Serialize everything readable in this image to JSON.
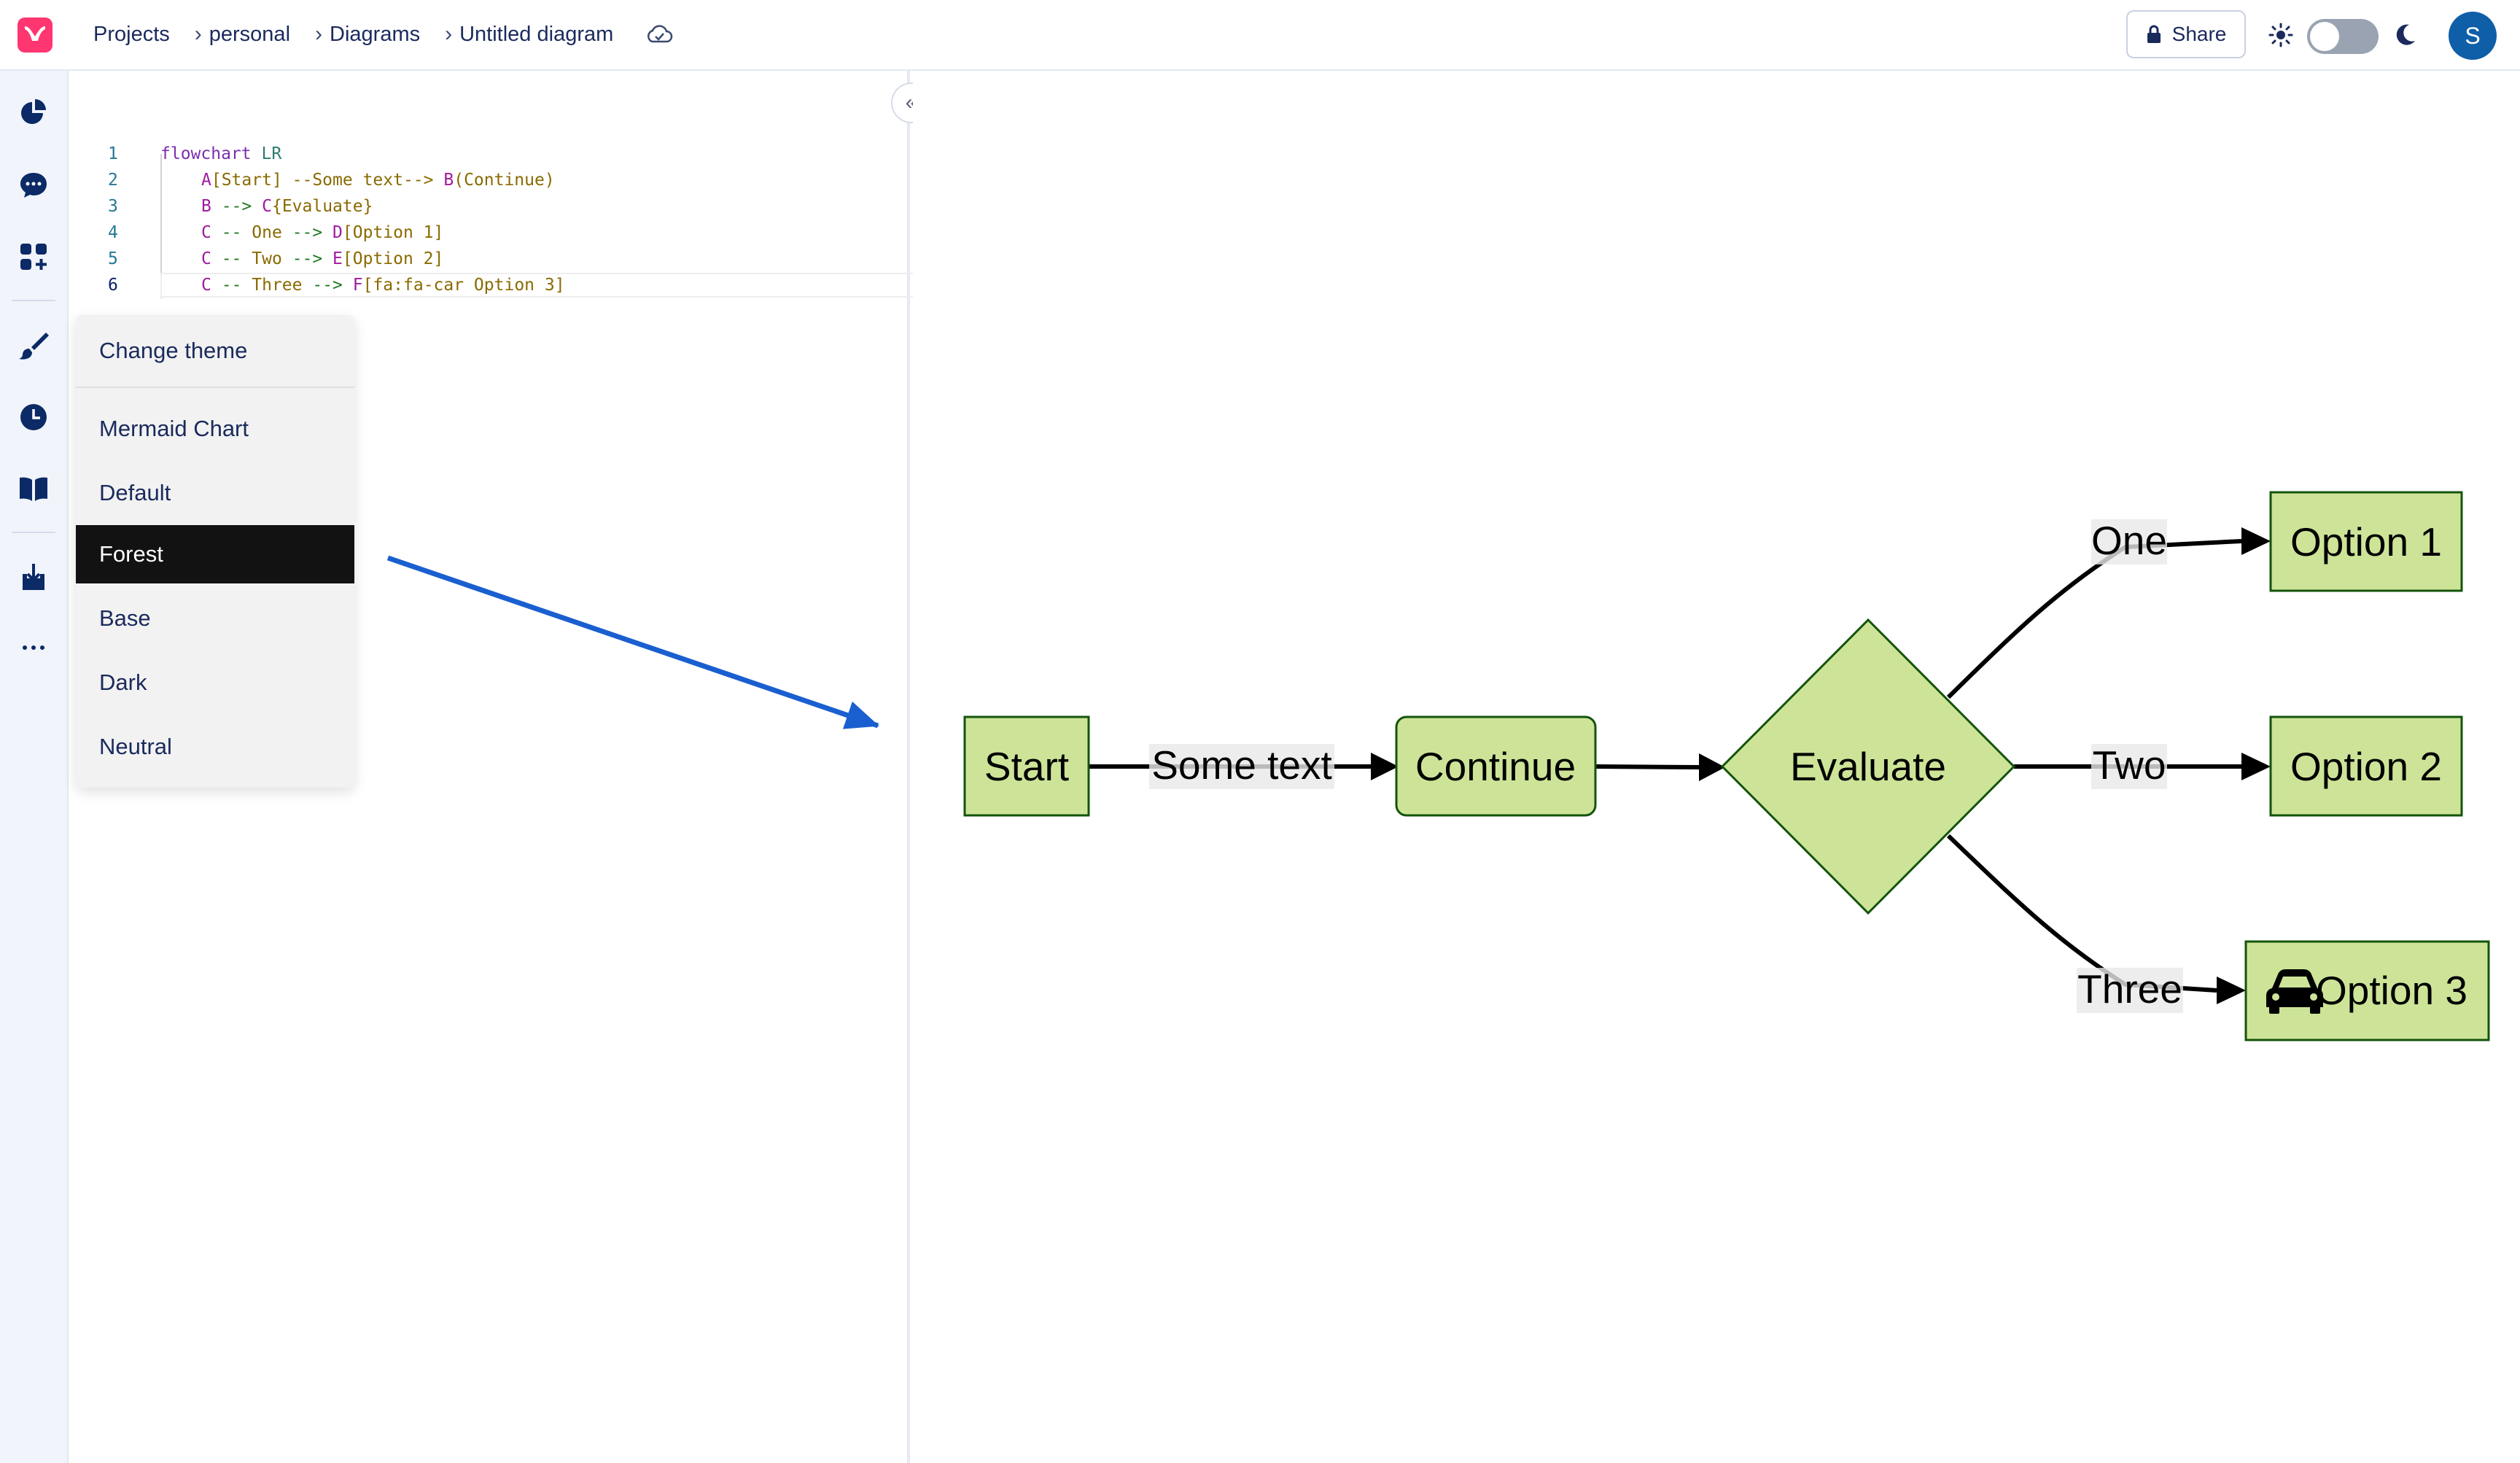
{
  "topbar": {
    "breadcrumb": [
      "Projects",
      "personal",
      "Diagrams",
      "Untitled diagram"
    ],
    "separators": [
      "›",
      "›",
      "›"
    ],
    "share_label": "Share",
    "avatar_initial": "S"
  },
  "editor": {
    "lines": [
      {
        "num": "1",
        "tokens": [
          {
            "t": "flowchart",
            "c": "kw"
          },
          {
            "t": " LR",
            "c": "dir"
          }
        ]
      },
      {
        "num": "2",
        "tokens": [
          {
            "t": "A",
            "c": "id"
          },
          {
            "t": "[Start]",
            "c": "text"
          },
          {
            "t": " --Some text--> ",
            "c": "text"
          },
          {
            "t": "B",
            "c": "id"
          },
          {
            "t": "(Continue)",
            "c": "text"
          }
        ]
      },
      {
        "num": "3",
        "tokens": [
          {
            "t": "B",
            "c": "id"
          },
          {
            "t": " --> ",
            "c": "arrow"
          },
          {
            "t": "C",
            "c": "id"
          },
          {
            "t": "{Evaluate}",
            "c": "text"
          }
        ]
      },
      {
        "num": "4",
        "tokens": [
          {
            "t": "C",
            "c": "id"
          },
          {
            "t": " -- ",
            "c": "arrow"
          },
          {
            "t": "One",
            "c": "text"
          },
          {
            "t": " --> ",
            "c": "arrow"
          },
          {
            "t": "D",
            "c": "id"
          },
          {
            "t": "[Option 1]",
            "c": "text"
          }
        ]
      },
      {
        "num": "5",
        "tokens": [
          {
            "t": "C",
            "c": "id"
          },
          {
            "t": " -- ",
            "c": "arrow"
          },
          {
            "t": "Two",
            "c": "text"
          },
          {
            "t": " --> ",
            "c": "arrow"
          },
          {
            "t": "E",
            "c": "id"
          },
          {
            "t": "[Option 2]",
            "c": "text"
          }
        ]
      },
      {
        "num": "6",
        "tokens": [
          {
            "t": "C",
            "c": "id"
          },
          {
            "t": " -- ",
            "c": "arrow"
          },
          {
            "t": "Three",
            "c": "text"
          },
          {
            "t": " --> ",
            "c": "arrow"
          },
          {
            "t": "F",
            "c": "id"
          },
          {
            "t": "[fa:fa-car Option 3]",
            "c": "text"
          }
        ]
      }
    ],
    "collapse_icon": "«"
  },
  "theme_menu": {
    "header": "Change theme",
    "items": [
      "Mermaid Chart",
      "Default",
      "Forest",
      "Base",
      "Dark",
      "Neutral"
    ],
    "selected": "Forest"
  },
  "diagram": {
    "nodes": {
      "start": "Start",
      "continue": "Continue",
      "evaluate": "Evaluate",
      "option1": "Option 1",
      "option2": "Option 2",
      "option3": "Option 3"
    },
    "edge_labels": {
      "start_continue": "Some text",
      "one": "One",
      "two": "Two",
      "three": "Three"
    },
    "node_fill": "#cde498",
    "node_stroke": "#13540c"
  },
  "colors": {
    "accent": "#0f5ea8",
    "logo": "#ff3670",
    "annotation_arrow": "#1a5fd0"
  }
}
